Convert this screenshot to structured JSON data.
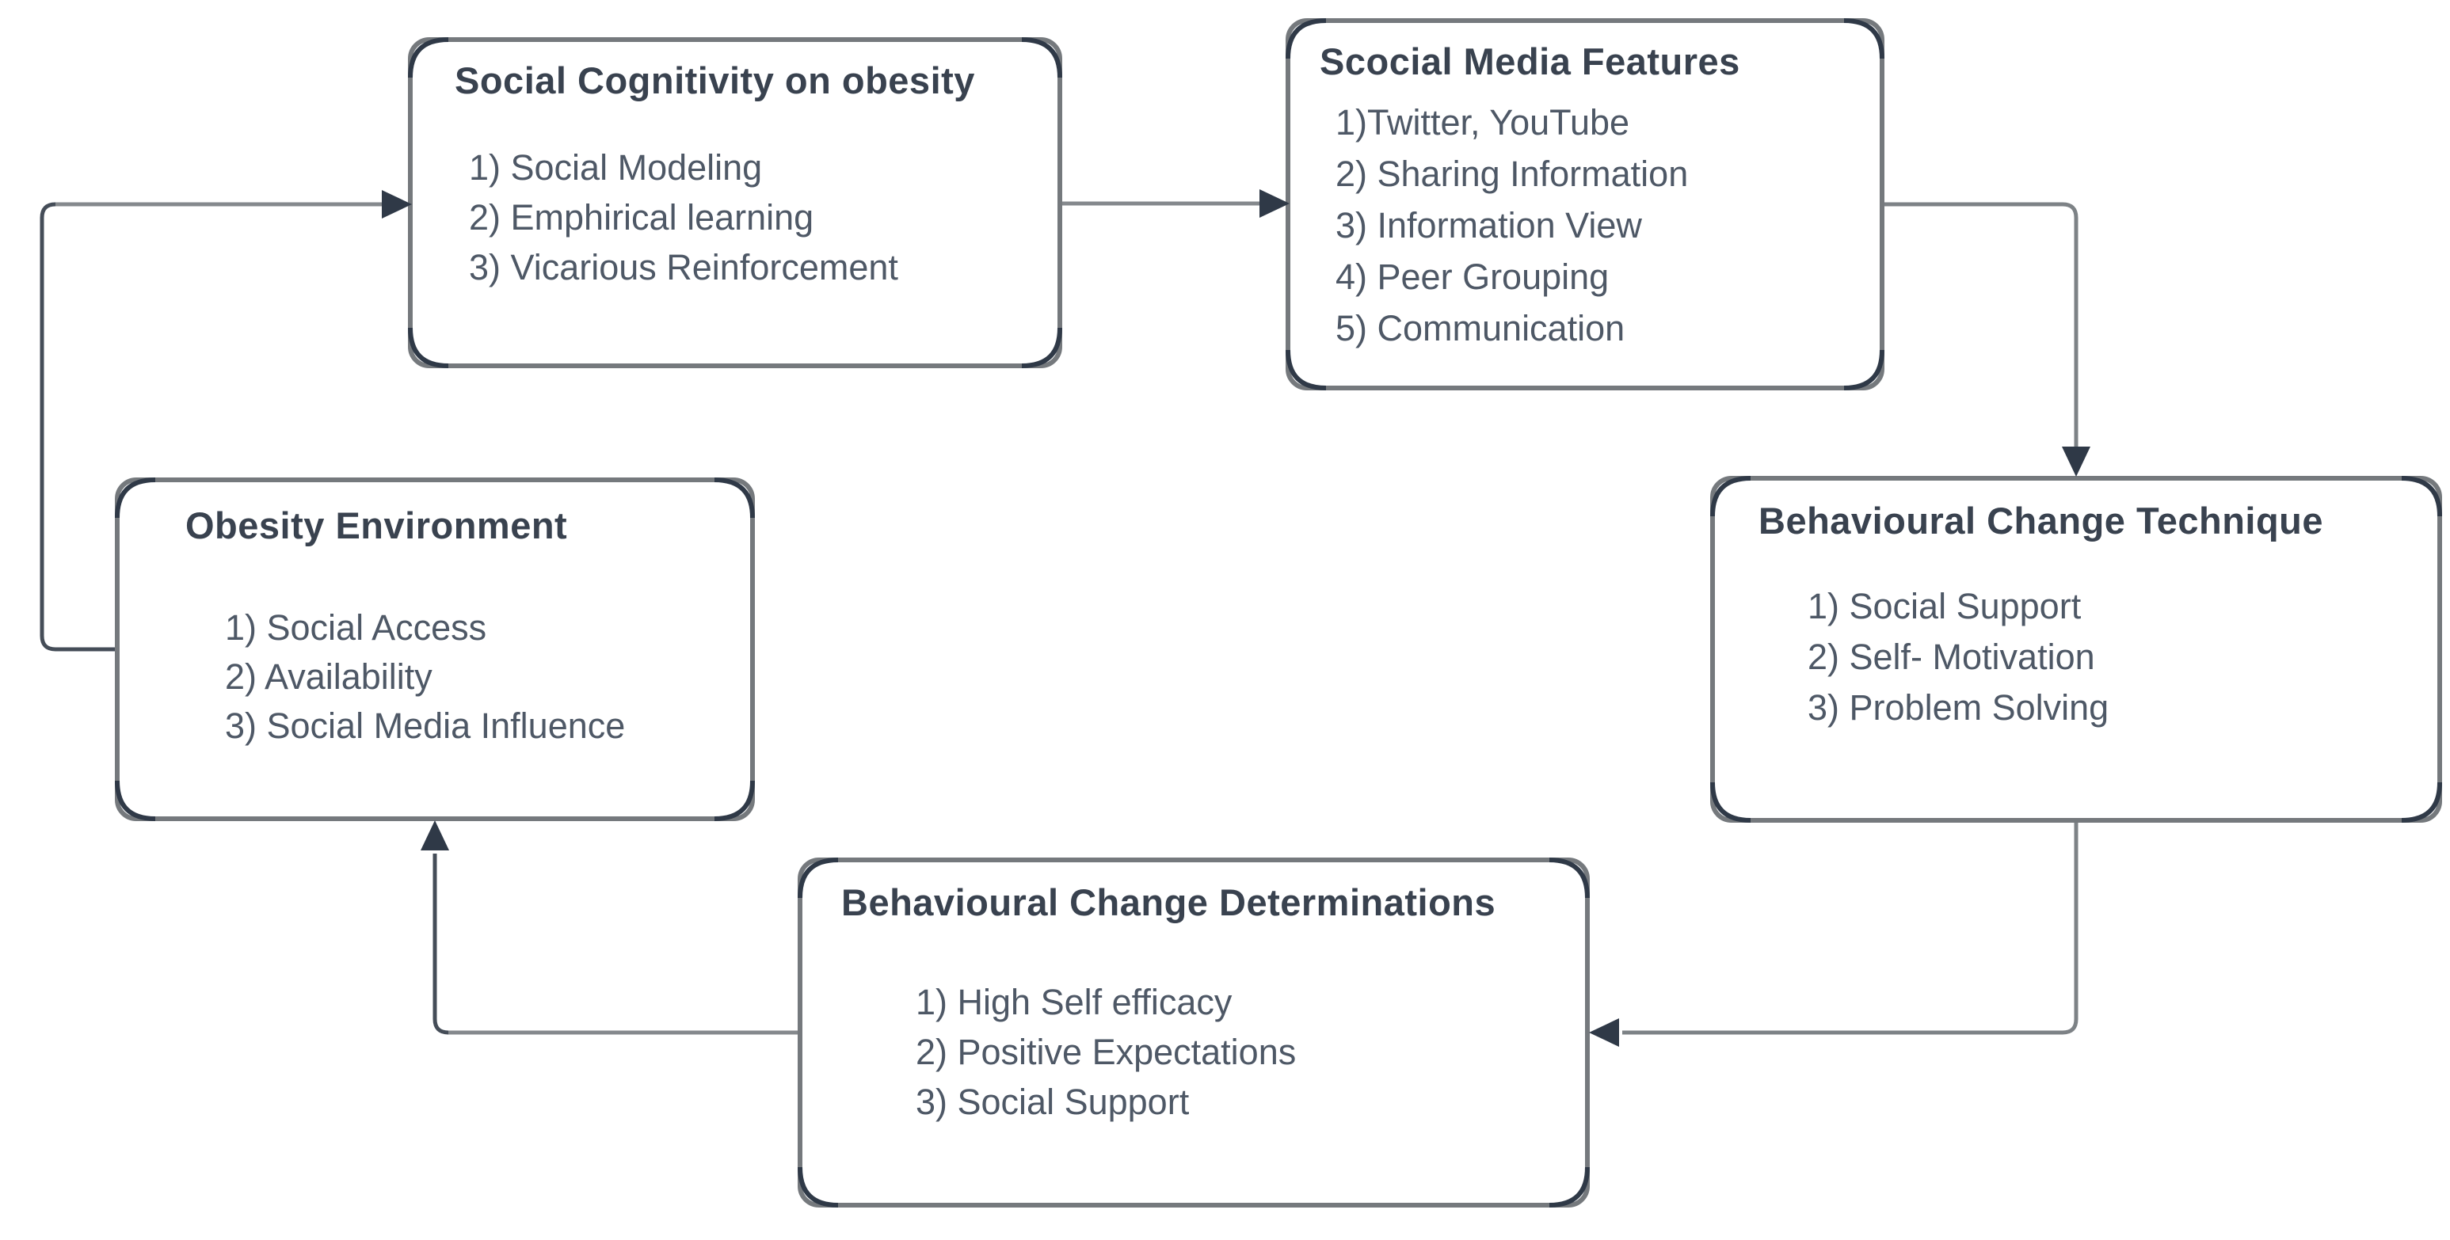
{
  "diagram": {
    "background_color": "#ffffff",
    "colors": {
      "box_border": "#75797d",
      "box_corner": "#2f3947",
      "connector": "#7d8286",
      "connector_dark_segment": "#454d58",
      "arrowhead": "#2f3947",
      "title_text": "#39424f",
      "item_text": "#4e5866"
    },
    "boxes": [
      {
        "id": "social-cognitivity-on-obesity",
        "title": "Social Cognitivity on obesity",
        "items": [
          "1) Social Modeling",
          "2) Emphirical learning",
          "3) Vicarious Reinforcement"
        ]
      },
      {
        "id": "social-media-features",
        "title": "Scocial Media Features",
        "items": [
          "1)Twitter, YouTube",
          "2) Sharing Information",
          "3) Information View",
          "4) Peer Grouping",
          "5) Communication"
        ]
      },
      {
        "id": "behavioural-change-technique",
        "title": "Behavioural Change Technique",
        "items": [
          "1) Social Support",
          "2) Self- Motivation",
          "3) Problem Solving"
        ]
      },
      {
        "id": "obesity-environment",
        "title": "Obesity Environment",
        "items": [
          "1) Social Access",
          "2) Availability",
          "3) Social Media Influence"
        ]
      },
      {
        "id": "behavioural-change-determinations",
        "title": "Behavioural Change Determinations",
        "items": [
          "1) High Self efficacy",
          "2) Positive Expectations",
          "3) Social Support"
        ]
      }
    ],
    "connections": [
      {
        "from": "obesity-environment",
        "to": "social-cognitivity-on-obesity"
      },
      {
        "from": "social-cognitivity-on-obesity",
        "to": "social-media-features"
      },
      {
        "from": "social-media-features",
        "to": "behavioural-change-technique"
      },
      {
        "from": "behavioural-change-technique",
        "to": "behavioural-change-determinations"
      },
      {
        "from": "behavioural-change-determinations",
        "to": "obesity-environment"
      }
    ]
  }
}
